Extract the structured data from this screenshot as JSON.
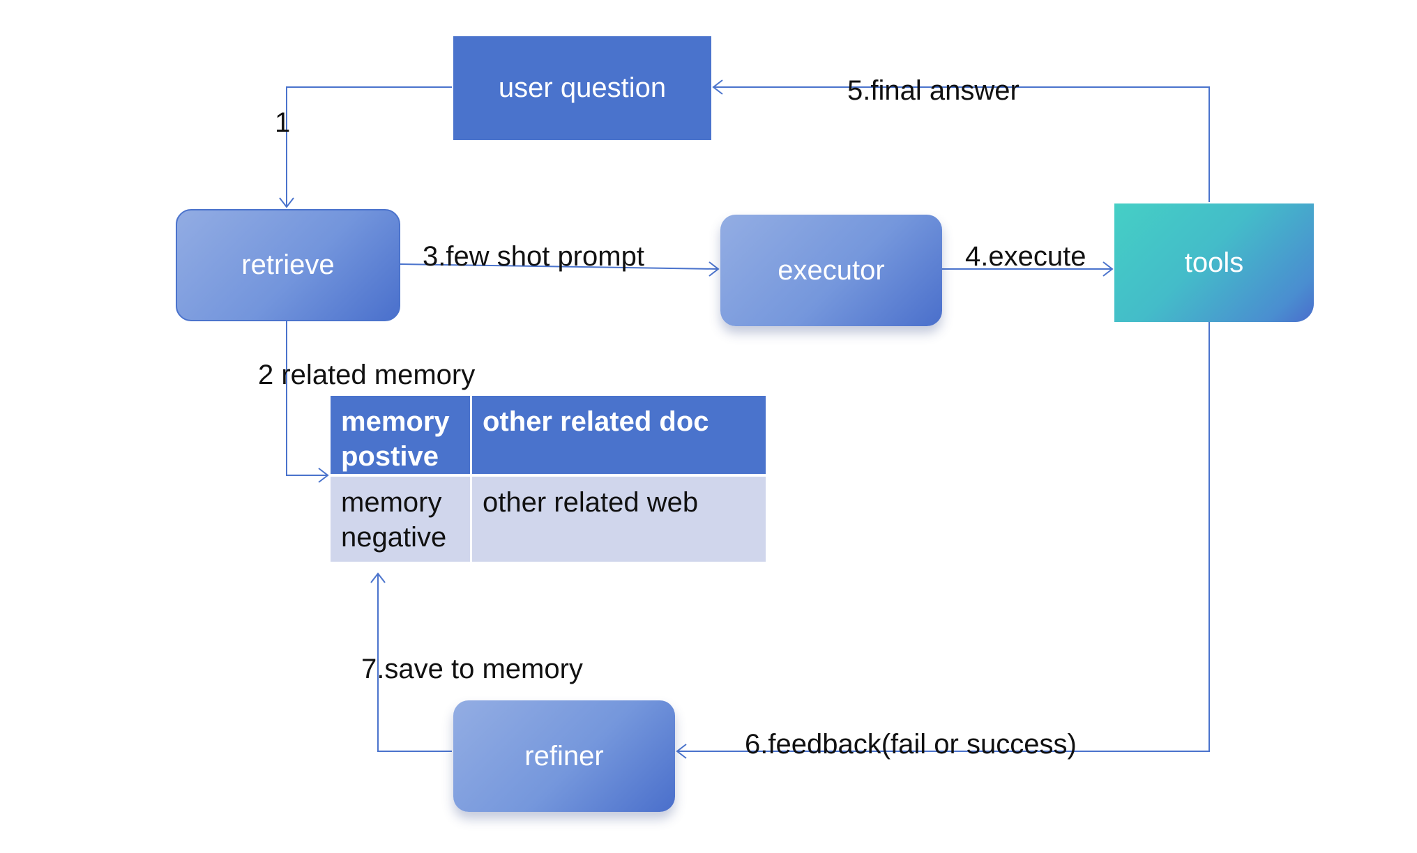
{
  "diagram": {
    "nodes": {
      "user_question": "user question",
      "retrieve": "retrieve",
      "executor": "executor",
      "tools": "tools",
      "refiner": "refiner"
    },
    "edge_labels": {
      "step1": "1",
      "step2": "2 related memory",
      "step3": "3.few shot prompt",
      "step4": "4.execute",
      "step5": "5.final answer",
      "step6": "6.feedback(fail or success)",
      "step7": "7.save to memory"
    },
    "memory_table": {
      "header": {
        "memory_line1": "memory",
        "memory_line2": "postive",
        "other": "other related doc"
      },
      "row": {
        "memory_line1": "memory",
        "memory_line2": "negative",
        "other": "other related web"
      }
    },
    "colors": {
      "edge": "#4A73CC",
      "node_fill": "#4A73CC",
      "tools_fill": "#45CFC5",
      "table_body": "#D0D6EC"
    }
  }
}
